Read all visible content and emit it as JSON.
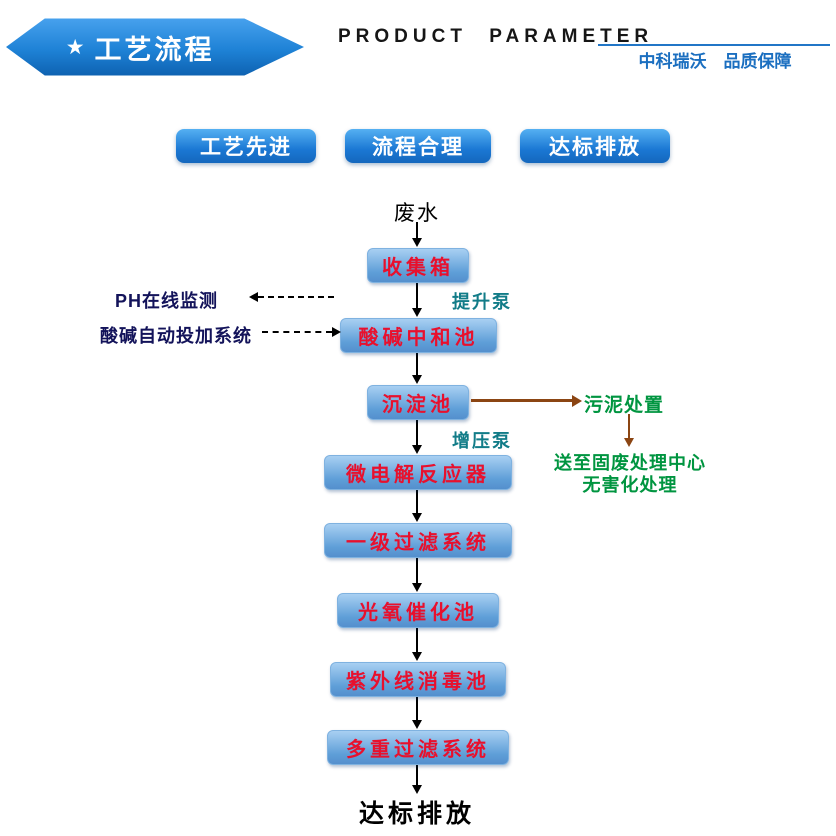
{
  "header": {
    "star": "★",
    "ribbon_label": "工艺流程",
    "title_en": "PRODUCT PARAMETER",
    "tagline": "中科瑞沃　品质保障"
  },
  "badges": [
    {
      "label": "工艺先进"
    },
    {
      "label": "流程合理"
    },
    {
      "label": "达标排放"
    }
  ],
  "flow": {
    "source_label": "废水",
    "boxes": [
      {
        "label": "收集箱"
      },
      {
        "label": "酸碱中和池"
      },
      {
        "label": "沉淀池"
      },
      {
        "label": "微电解反应器"
      },
      {
        "label": "一级过滤系统"
      },
      {
        "label": "光氧催化池"
      },
      {
        "label": "紫外线消毒池"
      },
      {
        "label": "多重过滤系统"
      }
    ],
    "pump_labels": {
      "lift": "提升泵",
      "boost": "增压泵"
    },
    "side_left": {
      "monitor": "PH在线监测",
      "dosing": "酸碱自动投加系统"
    },
    "side_right": {
      "sludge": "污泥处置",
      "note_line1": "送至固废处理中心",
      "note_line2": "无害化处理"
    },
    "end_label": "达标排放"
  },
  "colors": {
    "accent_blue": "#1e82d6",
    "box_text_red": "#e8102d",
    "pump_teal": "#127c88",
    "note_green": "#009540",
    "arrow_brown": "#8b4513",
    "side_navy": "#13135a",
    "tagline_blue": "#1b6fc0"
  }
}
